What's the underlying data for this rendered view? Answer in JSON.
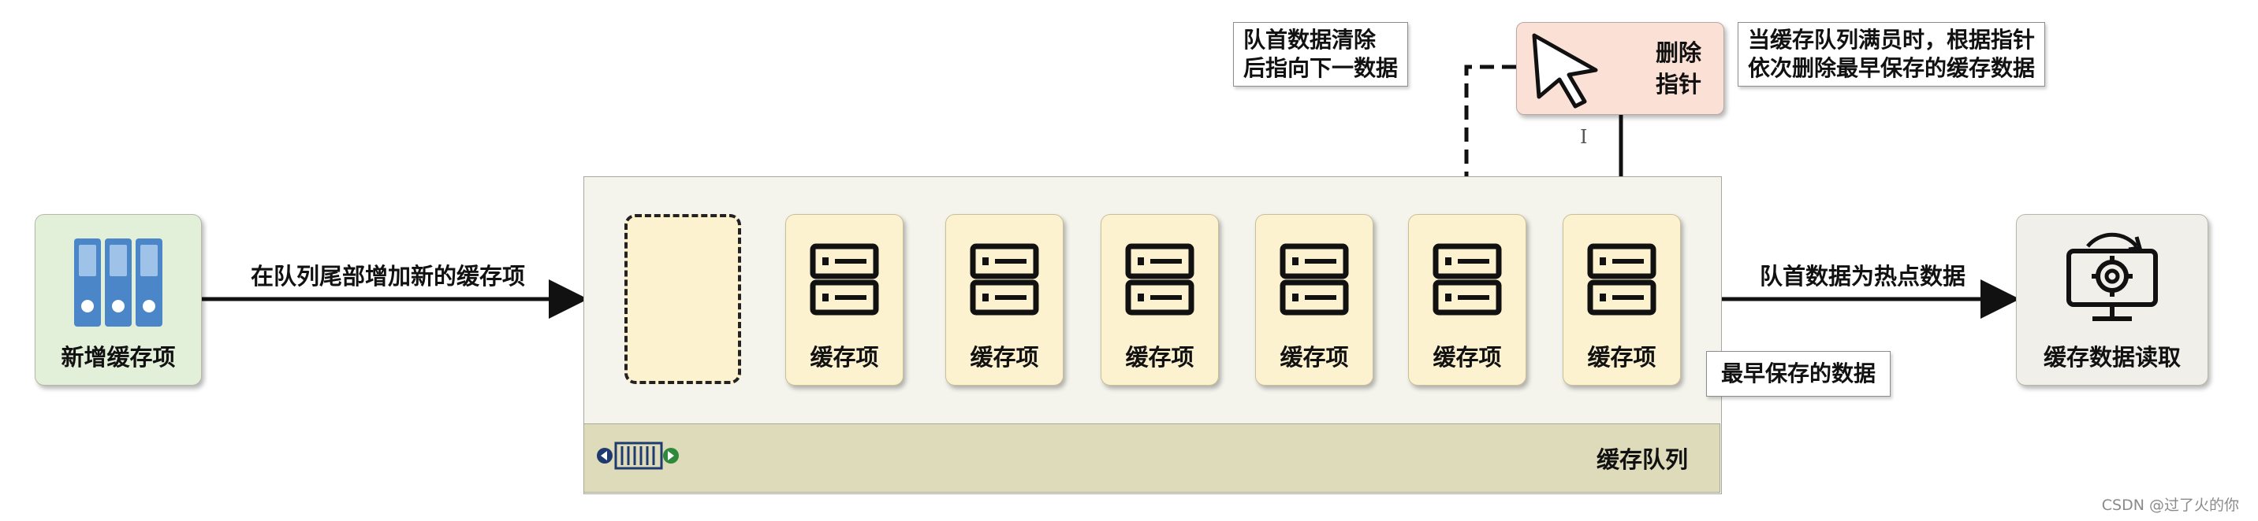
{
  "new_item": {
    "label": "新增缓存项",
    "icon": "binder-folders-icon"
  },
  "enqueue_arrow": {
    "label": "在队列尾部增加新的缓存项"
  },
  "queue": {
    "label": "缓存队列",
    "icon": "queue-icon",
    "items": [
      {
        "label": "缓存项"
      },
      {
        "label": "缓存项"
      },
      {
        "label": "缓存项"
      },
      {
        "label": "缓存项"
      },
      {
        "label": "缓存项"
      },
      {
        "label": "缓存项"
      }
    ]
  },
  "delete_pointer": {
    "line1": "删除",
    "line2": "指针",
    "icon": "cursor-arrow-icon"
  },
  "callout_left": {
    "line1": "队首数据清除",
    "line2": "后指向下一数据"
  },
  "callout_right": {
    "line1": "当缓存队列满员时，根据指针",
    "line2": "依次删除最早保存的缓存数据"
  },
  "callout_oldest": {
    "text": "最早保存的数据"
  },
  "hot_arrow": {
    "label": "队首数据为热点数据"
  },
  "reader": {
    "label": "缓存数据读取",
    "icon": "monitor-gear-icon"
  },
  "cursor_mark": "I",
  "watermark": "CSDN @过了火的你",
  "colors": {
    "new_item_bg": "#e2efd9",
    "cache_item_bg": "#fdf2d0",
    "queue_bar_bg": "#dddbb9",
    "pointer_bg": "#fbe0d6",
    "icon_blue": "#4a86c8"
  }
}
